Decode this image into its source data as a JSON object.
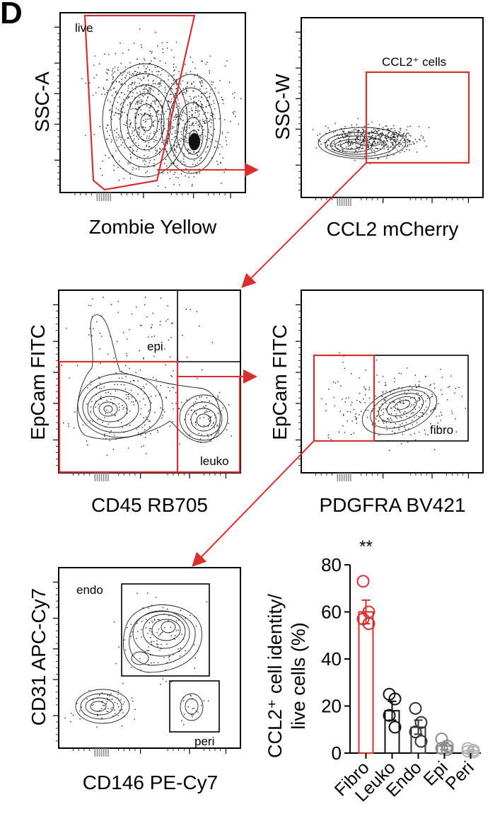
{
  "panel_label": "D",
  "colors": {
    "gate": "#d9302e",
    "black": "#111111",
    "grey_epi": "#8c8c8c",
    "grey_peri": "#b5b5b5"
  },
  "plots": {
    "p1": {
      "xlabel": "Zombie Yellow",
      "ylabel": "SSC-A",
      "gate": "live"
    },
    "p2": {
      "xlabel": "CCL2 mCherry",
      "ylabel": "SSC-W",
      "gate": "CCL2⁺ cells"
    },
    "p3": {
      "xlabel": "CD45 RB705",
      "ylabel": "EpCam FITC",
      "gate_epi": "epi",
      "gate_leuko": "leuko"
    },
    "p4": {
      "xlabel": "PDGFRA BV421",
      "ylabel": "EpCam FITC",
      "gate": "fibro"
    },
    "p5": {
      "xlabel": "CD146 PE-Cy7",
      "ylabel": "CD31 APC-Cy7",
      "gate_endo": "endo",
      "gate_peri": "peri"
    }
  },
  "chart_data": {
    "type": "bar",
    "ylabel": "CCL2⁺ cell identity/ live cells (%)",
    "ylabel_line1": "CCL2⁺ cell identity/",
    "ylabel_line2": "live cells (%)",
    "ylim": [
      0,
      80
    ],
    "yticks": [
      0,
      20,
      40,
      60,
      80
    ],
    "categories": [
      "Fibro",
      "Leuko",
      "Endo",
      "Epi",
      "Peri"
    ],
    "values": [
      60,
      18,
      11,
      3,
      1
    ],
    "errors": [
      5,
      4,
      3,
      1.5,
      0.5
    ],
    "points": [
      [
        73,
        60,
        57,
        55
      ],
      [
        25,
        23,
        16,
        11
      ],
      [
        19,
        13,
        9,
        5
      ],
      [
        6,
        3,
        2,
        1.5
      ],
      [
        2,
        1.2,
        0.8,
        0.5
      ]
    ],
    "significance": "**",
    "bar_colors": [
      "#d9302e",
      "#111111",
      "#333333",
      "#8c8c8c",
      "#b5b5b5"
    ]
  }
}
